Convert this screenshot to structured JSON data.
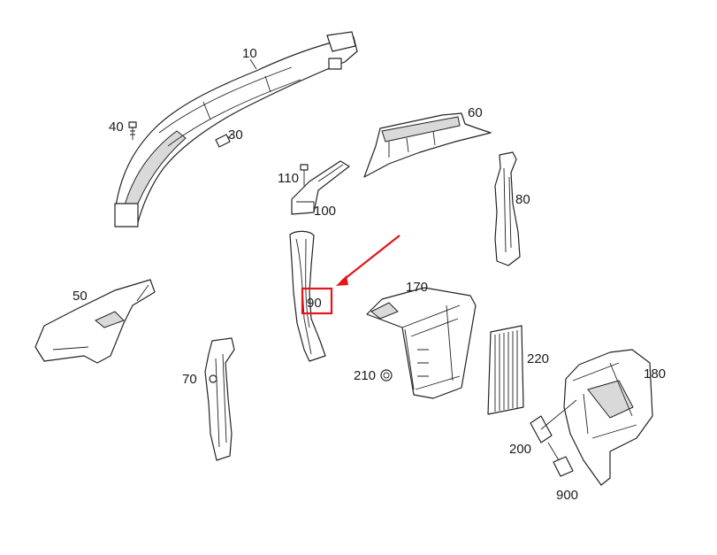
{
  "labels": {
    "p10": "10",
    "p30": "30",
    "p40": "40",
    "p50": "50",
    "p60": "60",
    "p70": "70",
    "p80": "80",
    "p90": "90",
    "p100": "100",
    "p110": "110",
    "p170": "170",
    "p180": "180",
    "p200": "200",
    "p210": "210",
    "p220": "220",
    "p900": "900"
  },
  "colors": {
    "highlight": "#e3161b",
    "line": "#222222"
  }
}
